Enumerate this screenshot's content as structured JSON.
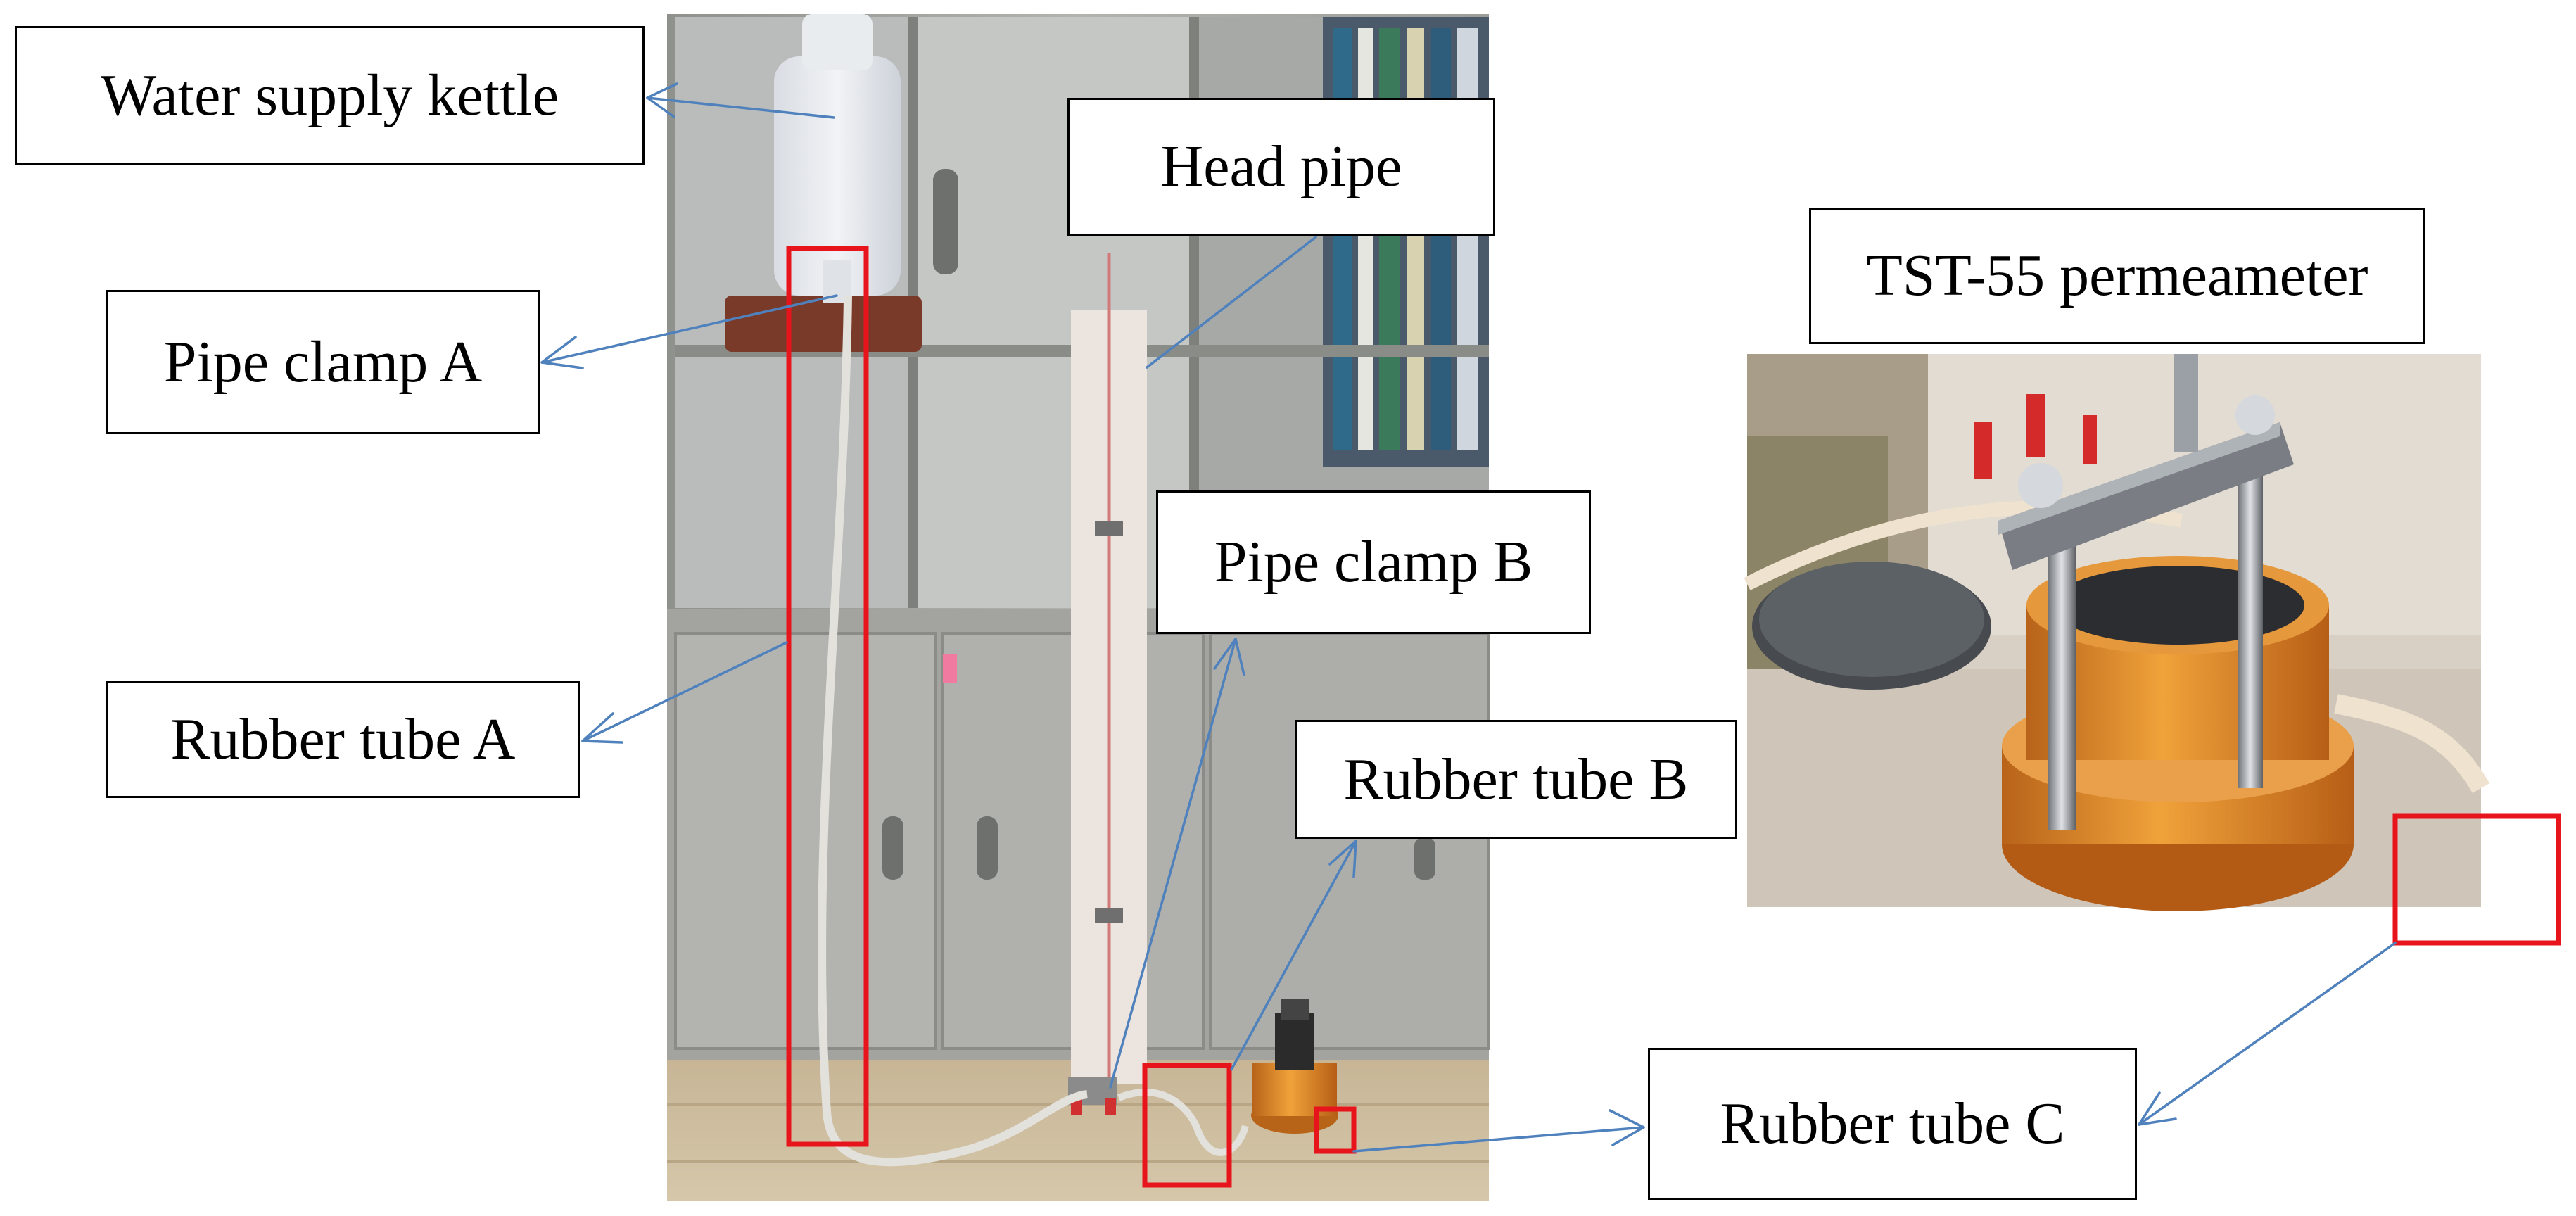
{
  "labels": {
    "water_supply_kettle": "Water supply kettle",
    "head_pipe": "Head pipe",
    "pipe_clamp_a": "Pipe clamp A",
    "pipe_clamp_b": "Pipe clamp B",
    "rubber_tube_a": "Rubber tube A",
    "rubber_tube_b": "Rubber tube B",
    "rubber_tube_c": "Rubber tube C",
    "permeameter": "TST-55 permeameter"
  },
  "colors": {
    "arrow": "#4f81bd",
    "highlight_box": "#e8141c",
    "label_border": "#000000",
    "orange_metal": "#d9821e",
    "cabinet_gray": "#a9aaa5",
    "floor_tile": "#c9b89a"
  }
}
